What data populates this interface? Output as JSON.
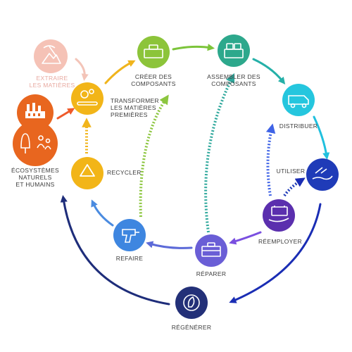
{
  "labels": {
    "extraire": "EXTRAIRE\nLES MATIÈRES",
    "transformer": "TRANSFORMER\nLES MATIÈRES\nPREMIÈRES",
    "creer": "CRÉER DES\nCOMPOSANTS",
    "assembler": "ASSEMBLER DES\nCOMPOSANTS",
    "distribuer": "DISTRIBUER",
    "utiliser": "UTILISER",
    "reemployer": "RÉEMPLOYER",
    "reparer": "RÉPARER",
    "refaire": "REFAIRE",
    "recycler": "RECYCLER",
    "regenerer": "RÉGÉNÉRER",
    "ecosystemes": "ÉCOSYSTÈMES\nNATURELS\nET HUMAINS"
  },
  "colors": {
    "extraire": "#f5c2b6",
    "ecosystemes": "#e8661f",
    "transformer": "#f2b518",
    "creer": "#9bc93b",
    "assembler": "#2da88c",
    "distribuer": "#25c6de",
    "utiliser": "#1f3bb8",
    "reemployer": "#5b2fae",
    "reparer": "#6a5ed6",
    "refaire": "#3e86e0",
    "recycler": "#f2b518",
    "regenerer": "#233078"
  },
  "icons": {
    "extraire": "pickaxe-mountain-icon",
    "ecosystemes-top": "factory-icon",
    "ecosystemes-bottom": "trees-people-icon",
    "transformer": "gears-conveyor-icon",
    "creer": "component-box-icon",
    "assembler": "assembled-blocks-icon",
    "distribuer": "delivery-truck-icon",
    "utiliser": "hand-usage-icon",
    "reemployer": "battery-hand-icon",
    "reparer": "toolbox-icon",
    "refaire": "drill-icon",
    "recycler": "recycle-icon",
    "regenerer": "leaf-cycle-icon"
  }
}
